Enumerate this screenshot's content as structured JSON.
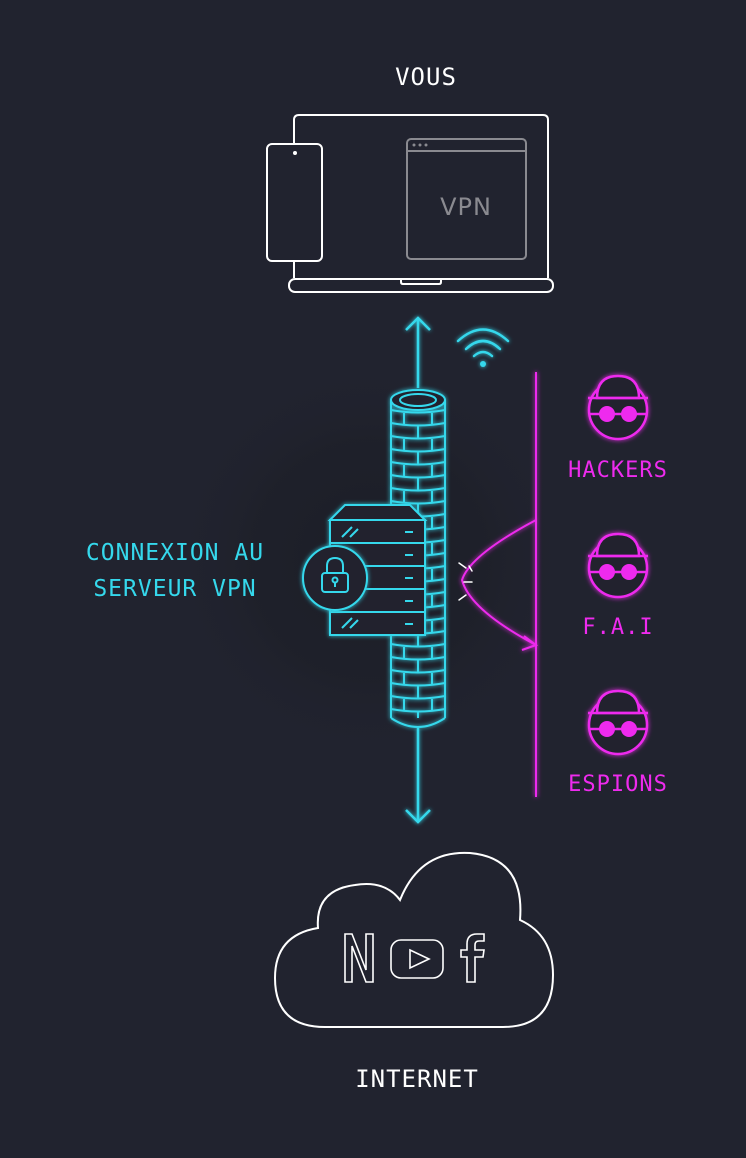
{
  "labels": {
    "you": "VOUS",
    "window_text": "VPN",
    "connection_line1": "CONNEXION AU",
    "connection_line2": "SERVEUR VPN",
    "internet": "INTERNET"
  },
  "threats": [
    {
      "label": "HACKERS"
    },
    {
      "label": "F.A.I"
    },
    {
      "label": "ESPIONS"
    }
  ],
  "colors": {
    "background": "#21232f",
    "line": "#ffffff",
    "cyan": "#35d8ec",
    "magenta": "#ee2bee",
    "window_gray": "#8a8a90"
  },
  "icons": [
    "laptop-icon",
    "phone-icon",
    "browser-window-icon",
    "wifi-icon",
    "firewall-icon",
    "server-icon",
    "lock-icon",
    "hacker-icon",
    "cloud-icon",
    "netflix-icon",
    "youtube-icon",
    "facebook-icon"
  ]
}
